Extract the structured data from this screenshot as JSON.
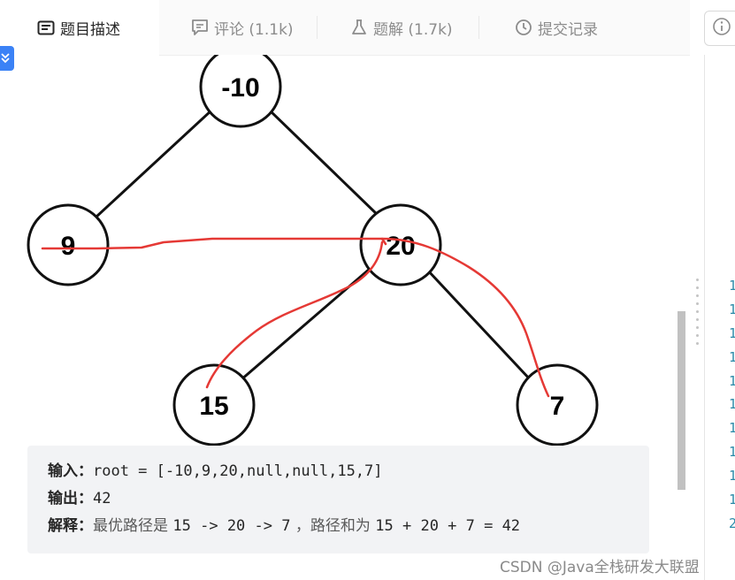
{
  "tabs": [
    {
      "label": "题目描述",
      "icon": "description-icon",
      "active": true
    },
    {
      "label": "评论 (1.1k)",
      "icon": "comment-icon",
      "active": false
    },
    {
      "label": "题解 (1.7k)",
      "icon": "flask-icon",
      "active": false
    },
    {
      "label": "提交记录",
      "icon": "clock-icon",
      "active": false
    }
  ],
  "tree": {
    "nodes": [
      {
        "id": "root",
        "label": "-10"
      },
      {
        "id": "left",
        "label": "9"
      },
      {
        "id": "right",
        "label": "20"
      },
      {
        "id": "right-left",
        "label": "15"
      },
      {
        "id": "right-right",
        "label": "7"
      }
    ],
    "path_color": "#e53935"
  },
  "example": {
    "input_label": "输入：",
    "input_value": "root = [-10,9,20,null,null,15,7]",
    "output_label": "输出：",
    "output_value": "42",
    "explain_label": "解释：",
    "explain_prefix": "最优路径是 ",
    "explain_path": "15 -> 20 -> 7",
    "explain_middle": " ，路径和为 ",
    "explain_sum": "15 + 20 + 7 = 42"
  },
  "editor": {
    "line_numbers": [
      "1",
      "1",
      "1",
      "1",
      "1",
      "1",
      "1",
      "1",
      "1",
      "1",
      "2"
    ]
  },
  "watermark": "CSDN @Java全栈研发大联盟"
}
